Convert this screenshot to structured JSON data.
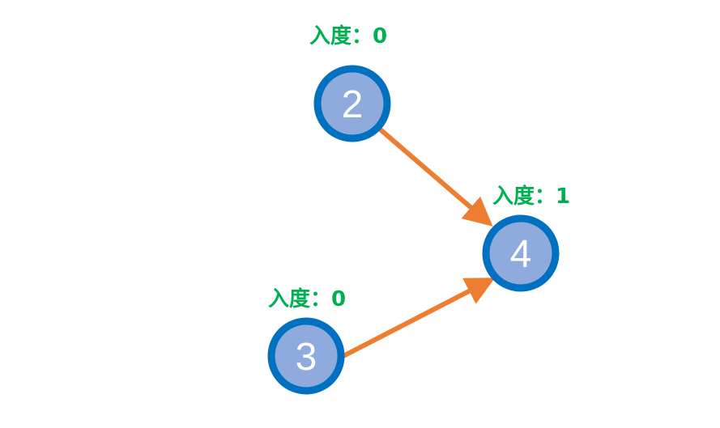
{
  "colors": {
    "node_fill": "#8faadc",
    "node_stroke": "#0070c0",
    "edge": "#ed7d31",
    "degree_text": "#00b050",
    "node_text": "#ffffff"
  },
  "nodes": [
    {
      "id": "2",
      "label": "2",
      "indegree_label": "入度：0"
    },
    {
      "id": "3",
      "label": "3",
      "indegree_label": "入度：0"
    },
    {
      "id": "4",
      "label": "4",
      "indegree_label": "入度：1"
    }
  ],
  "edges": [
    {
      "from": "2",
      "to": "4"
    },
    {
      "from": "3",
      "to": "4"
    }
  ]
}
